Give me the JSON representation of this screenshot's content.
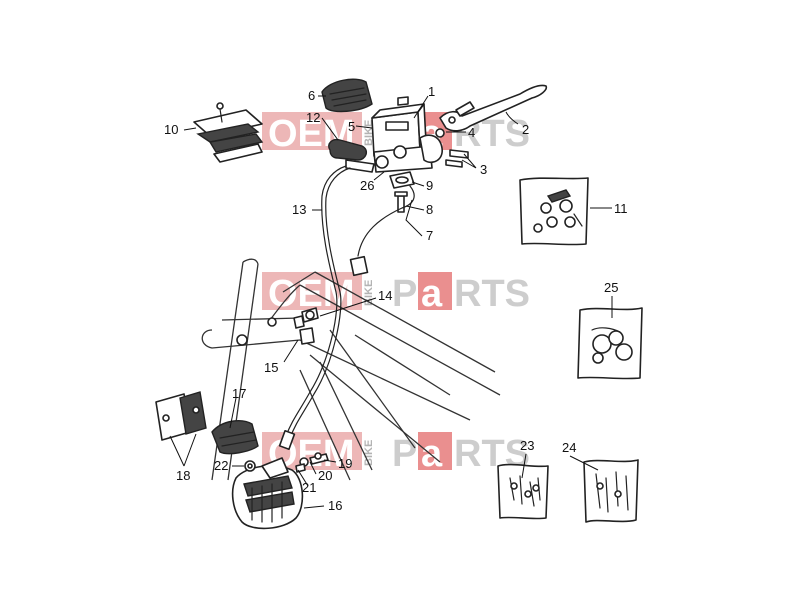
{
  "watermark": {
    "oem": "OEM",
    "bike": "BIKE",
    "p": "P",
    "a": "a",
    "rts": "RTS",
    "oem_color": "#e8a0a0",
    "a_color": "#e46a6a"
  },
  "callouts": [
    "1",
    "2",
    "3",
    "4",
    "5",
    "6",
    "7",
    "8",
    "9",
    "10",
    "11",
    "12",
    "13",
    "14",
    "15",
    "16",
    "17",
    "18",
    "19",
    "20",
    "21",
    "22",
    "23",
    "24",
    "25",
    "26"
  ]
}
